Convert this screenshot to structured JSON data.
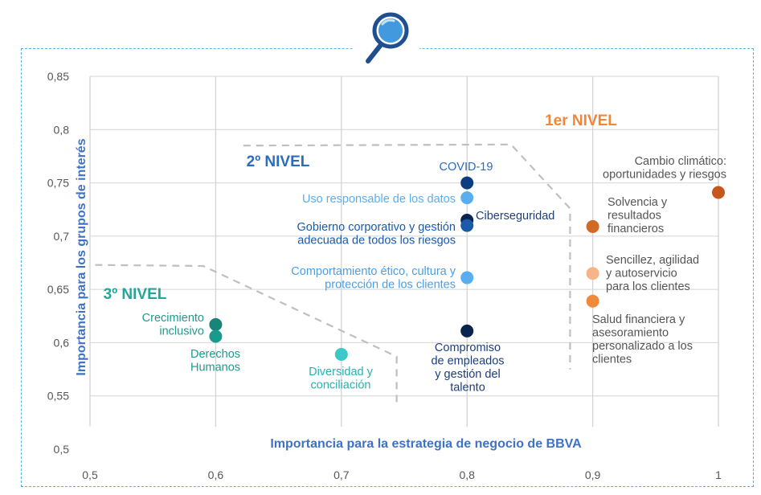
{
  "colors": {
    "frame": "#5bb4dc",
    "grid": "#d4d4d4",
    "axis_text": "#555555",
    "axis_title": "#3f72c4",
    "level1": "#e77f31",
    "level2": "#2a6cc0",
    "level3": "#21a39a",
    "divider": "#bfbfbf"
  },
  "icon": "magnifier-icon",
  "chart_data": {
    "type": "scatter",
    "xlabel": "Importancia para la estrategia de negocio de BBVA",
    "ylabel": "Importancia para los grupos de interés",
    "xlim": [
      0.5,
      1.0
    ],
    "ylim": [
      0.5,
      0.85
    ],
    "x_ticks": [
      "0,5",
      "0,6",
      "0,7",
      "0,8",
      "0,9",
      "1"
    ],
    "y_ticks": [
      "0,5",
      "0,55",
      "0,6",
      "0,65",
      "0,7",
      "0,75",
      "0,8",
      "0,85"
    ],
    "grid": true,
    "levels": [
      {
        "id": "level1",
        "label": "1er NIVEL",
        "color": "#f0863a"
      },
      {
        "id": "level2",
        "label": "2º NIVEL",
        "color": "#2a6cc0"
      },
      {
        "id": "level3",
        "label": "3º NIVEL",
        "color": "#22a69a"
      }
    ],
    "points": [
      {
        "x": 1.0,
        "y": 0.741,
        "color": "#c5561c",
        "label_color": "#555555",
        "label": [
          "Cambio climático:",
          "oportunidades y riesgos"
        ]
      },
      {
        "x": 0.9,
        "y": 0.709,
        "color": "#d06a25",
        "label_color": "#555555",
        "label": [
          "Solvencia y",
          "resultados",
          "financieros"
        ]
      },
      {
        "x": 0.9,
        "y": 0.665,
        "color": "#f7b489",
        "label_color": "#555555",
        "label": [
          "Sencillez, agilidad",
          "y autoservicio",
          "para los clientes"
        ]
      },
      {
        "x": 0.9,
        "y": 0.639,
        "color": "#ef8a3c",
        "label_color": "#555555",
        "label": [
          "Salud financiera y",
          "asesoramiento",
          "personalizado a los",
          "clientes"
        ]
      },
      {
        "x": 0.8,
        "y": 0.75,
        "color": "#0e3c82",
        "label_color": "#2a6cc0",
        "label": [
          "COVID-19"
        ]
      },
      {
        "x": 0.8,
        "y": 0.736,
        "color": "#5aaef0",
        "label_color": "#5aaef0",
        "label": [
          "Uso responsable de los datos"
        ]
      },
      {
        "x": 0.8,
        "y": 0.715,
        "color": "#0a2450",
        "label_color": "#1c3f7a",
        "label": [
          "Ciberseguridad"
        ]
      },
      {
        "x": 0.8,
        "y": 0.71,
        "color": "#1b5aa8",
        "label_color": "#1b5aa8",
        "label": [
          "Gobierno corporativo y gestión",
          "adecuada de todos los riesgos"
        ]
      },
      {
        "x": 0.8,
        "y": 0.661,
        "color": "#5aaef0",
        "label_color": "#4a9fe6",
        "label": [
          "Comportamiento ético, cultura y",
          "protección de los clientes"
        ]
      },
      {
        "x": 0.8,
        "y": 0.611,
        "color": "#0a2450",
        "label_color": "#1c3f7a",
        "label": [
          "Compromiso",
          "de empleados",
          "y gestión del",
          "talento"
        ]
      },
      {
        "x": 0.6,
        "y": 0.617,
        "color": "#16857a",
        "label_color": "#1f9a8d",
        "label": [
          "Crecimiento",
          "inclusivo"
        ]
      },
      {
        "x": 0.6,
        "y": 0.606,
        "color": "#1a9a8c",
        "label_color": "#1f9a8d",
        "label": [
          "Derechos",
          "Humanos"
        ]
      },
      {
        "x": 0.7,
        "y": 0.589,
        "color": "#3cc8c8",
        "label_color": "#2ab0b0",
        "label": [
          "Diversidad y",
          "conciliación"
        ]
      }
    ]
  }
}
